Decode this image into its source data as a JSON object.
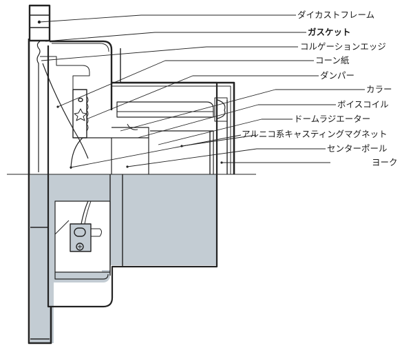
{
  "title": "Speaker cross-section diagram",
  "colors": {
    "shade": "#c3ccd3",
    "line": "#222222",
    "background": "#ffffff"
  },
  "labels": [
    {
      "id": "die-cast-frame",
      "text": "ダイカストフレーム"
    },
    {
      "id": "gasket",
      "text": "ガスケット"
    },
    {
      "id": "corrugation-edge",
      "text": "コルゲーションエッジ"
    },
    {
      "id": "cone-paper",
      "text": "コーン紙"
    },
    {
      "id": "damper",
      "text": "ダンパー"
    },
    {
      "id": "collar",
      "text": "カラー"
    },
    {
      "id": "voice-coil",
      "text": "ボイスコイル"
    },
    {
      "id": "dome-radiator",
      "text": "ドームラジエーター"
    },
    {
      "id": "alnico-magnet",
      "text": "アルニコ系キャスティングマグネット"
    },
    {
      "id": "center-pole",
      "text": "センターポール"
    },
    {
      "id": "yoke",
      "text": "ヨーク"
    }
  ]
}
